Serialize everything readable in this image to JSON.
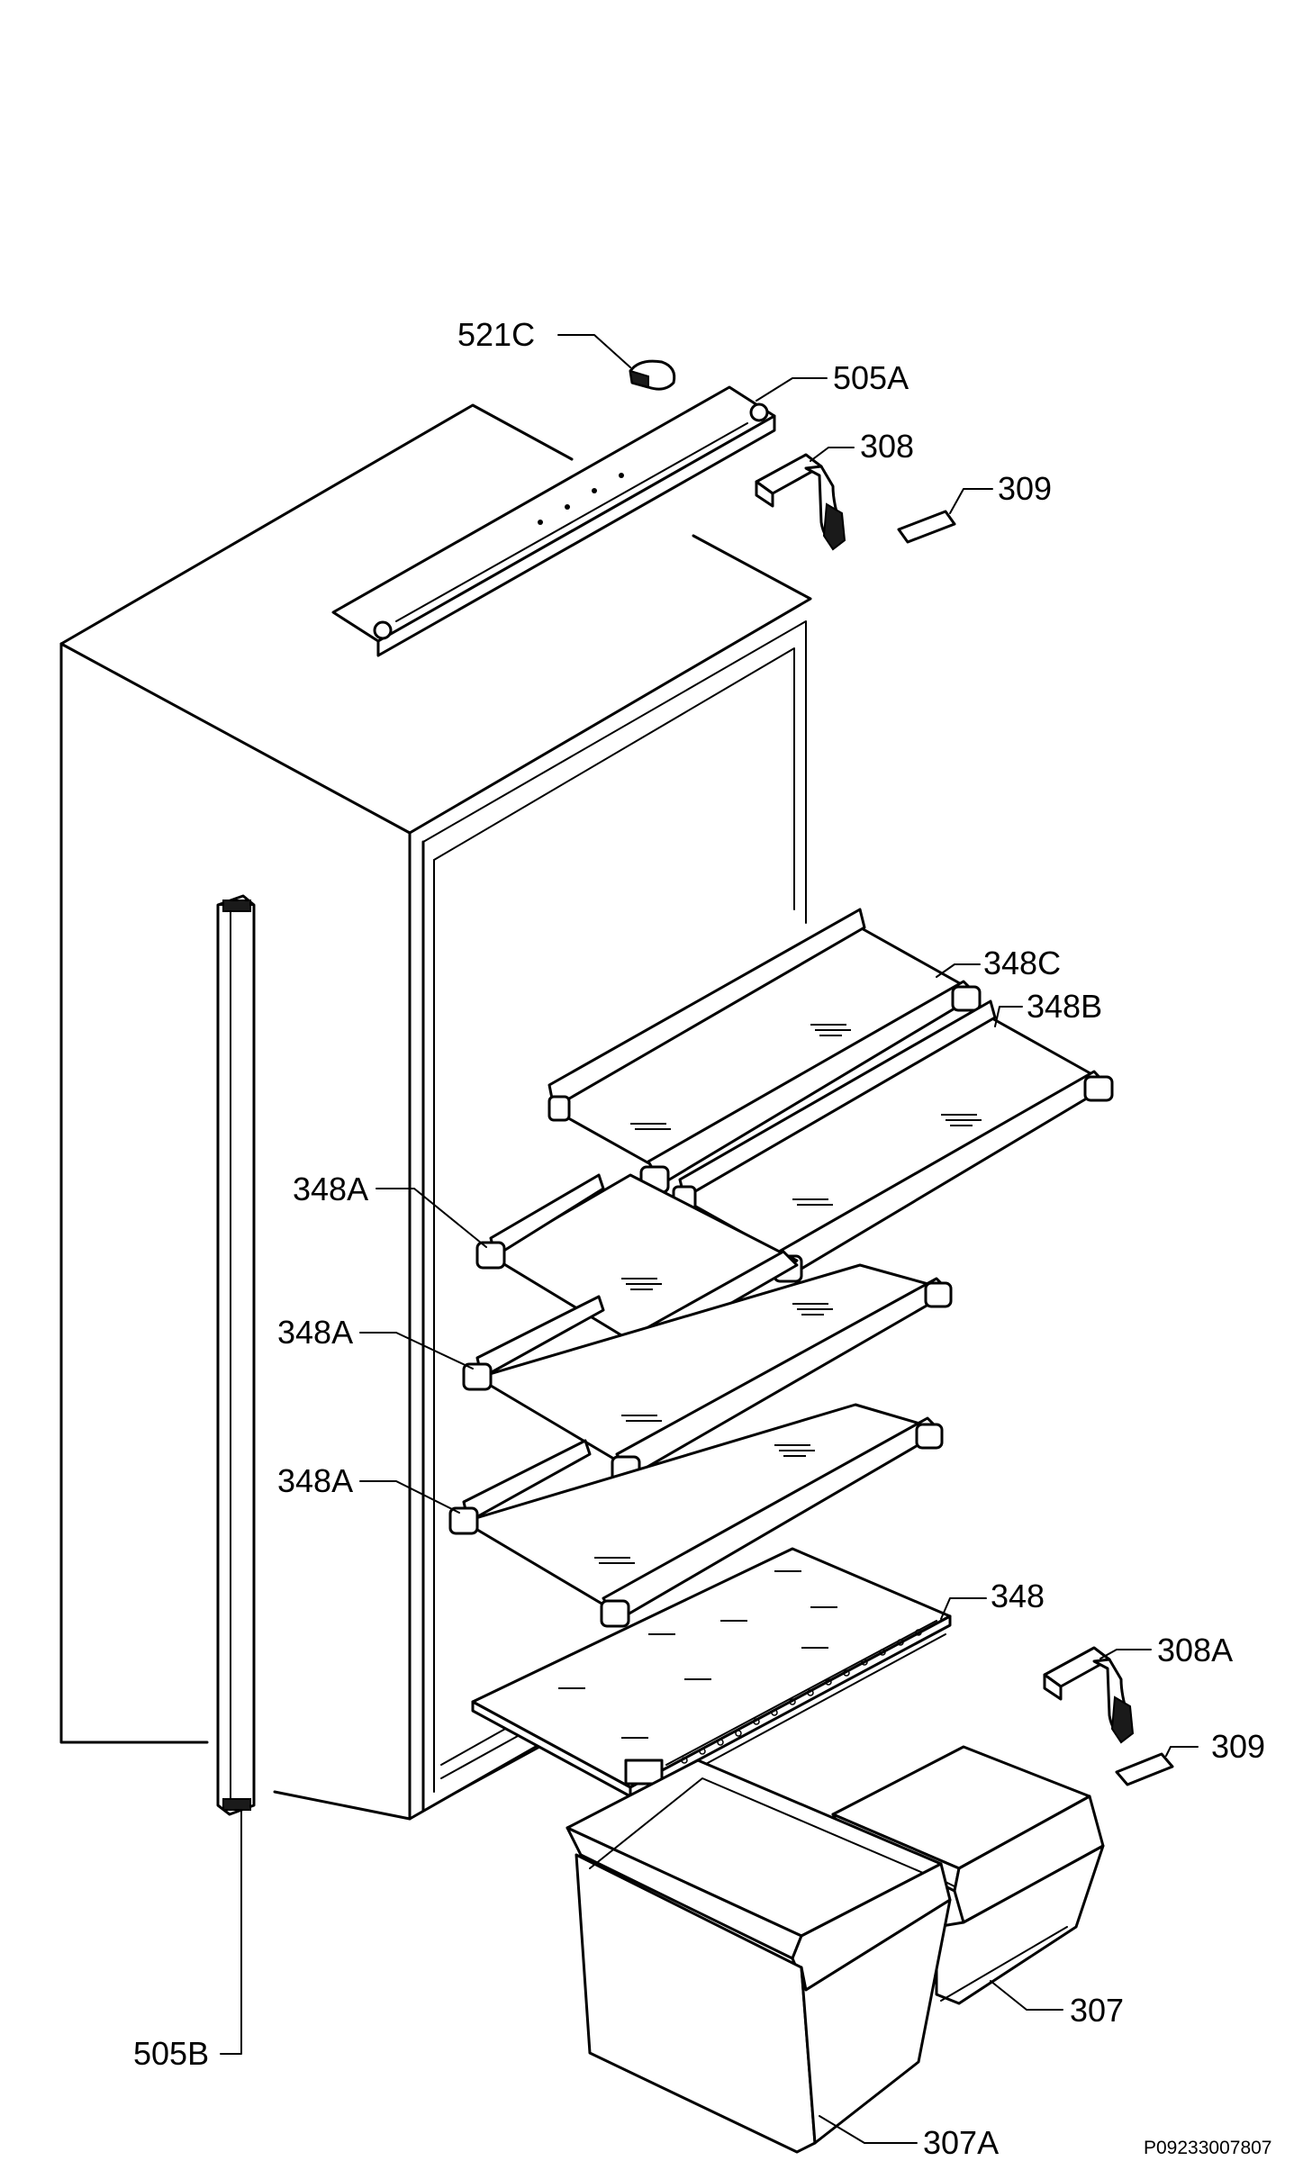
{
  "labels": {
    "l521c": "521C",
    "l505a": "505A",
    "l308": "308",
    "l309a": "309",
    "l348c": "348C",
    "l348b": "348B",
    "l348a1": "348A",
    "l348a2": "348A",
    "l348a3": "348A",
    "l348": "348",
    "l308a": "308A",
    "l309b": "309",
    "l505b": "505B",
    "l307": "307",
    "l307a": "307A"
  },
  "drawing_code": "P09233007807"
}
